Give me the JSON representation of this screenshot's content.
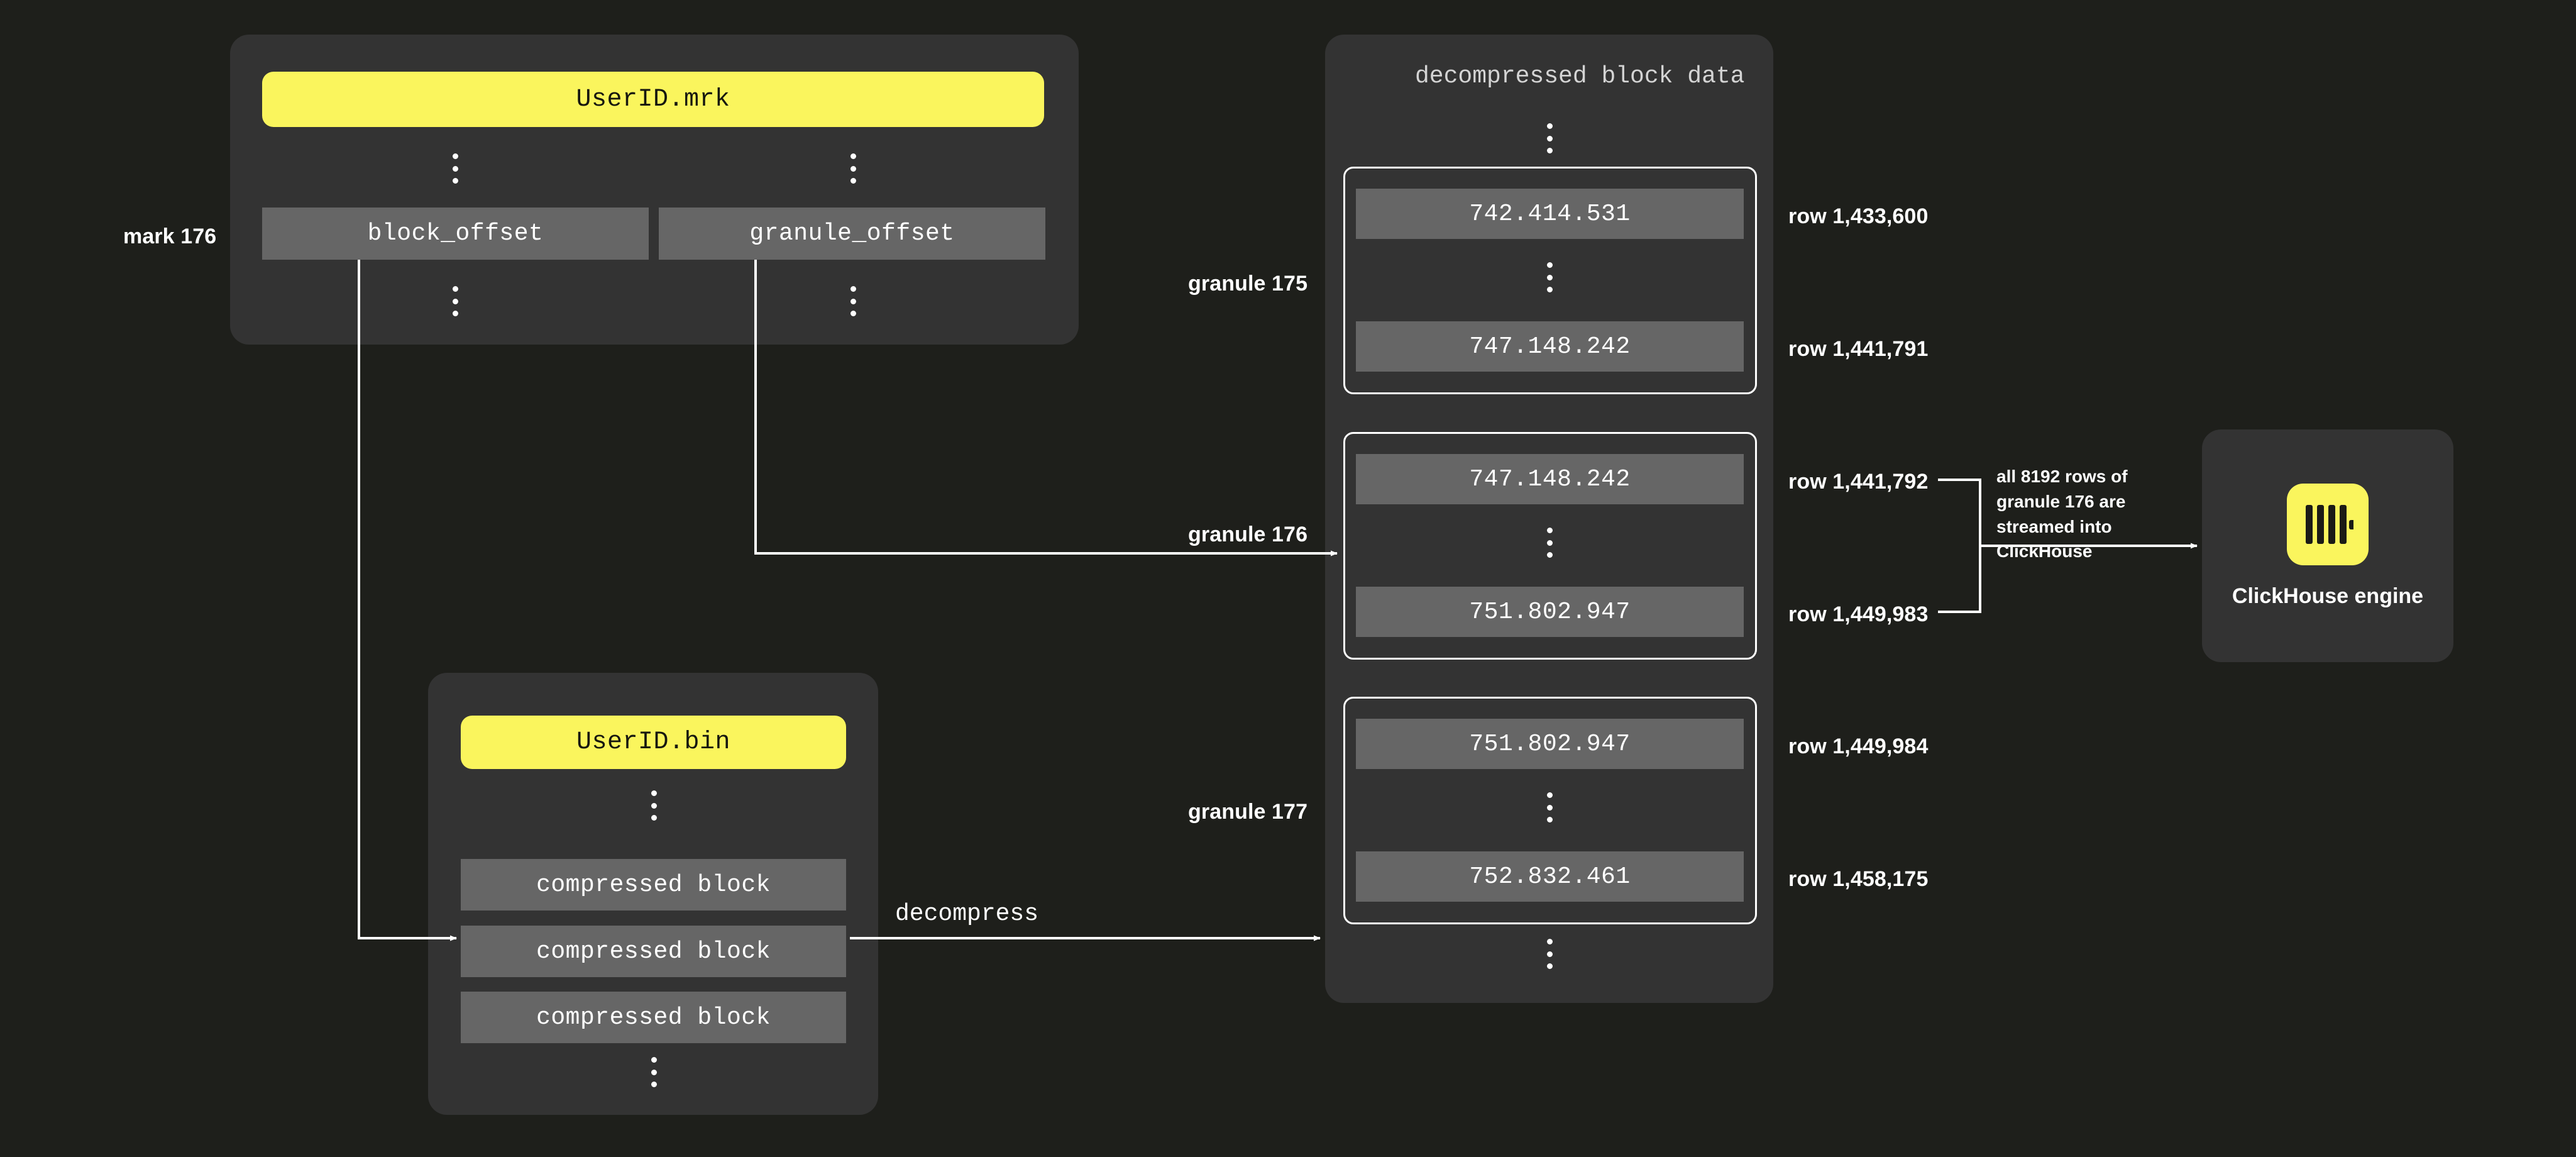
{
  "diagram": {
    "background_color": "#1e1f1b",
    "panel_color": "#333333",
    "cell_color": "#666666",
    "accent_color": "#faf55d"
  },
  "mark_file_panel": {
    "file_label": "UserID.mrk",
    "mark_label": "mark 176",
    "columns": [
      {
        "name": "block_offset"
      },
      {
        "name": "granule_offset"
      }
    ]
  },
  "bin_file_panel": {
    "file_label": "UserID.bin",
    "blocks": [
      {
        "label": "compressed block"
      },
      {
        "label": "compressed block"
      },
      {
        "label": "compressed block"
      }
    ]
  },
  "decompress_arrow": {
    "label": "decompress"
  },
  "decompressed_panel": {
    "title": "decompressed block data",
    "granules": [
      {
        "name": "granule 175",
        "first_value": "742.414.531",
        "last_value": "747.148.242",
        "first_row": "row 1,433,600",
        "last_row": "row 1,441,791"
      },
      {
        "name": "granule 176",
        "first_value": "747.148.242",
        "last_value": "751.802.947",
        "first_row": "row 1,441,792",
        "last_row": "row 1,449,983"
      },
      {
        "name": "granule 177",
        "first_value": "751.802.947",
        "last_value": "752.832.461",
        "first_row": "row 1,449,984",
        "last_row": "row 1,458,175"
      }
    ]
  },
  "stream_note": {
    "text": "all 8192 rows of granule 176 are streamed into ClickHouse"
  },
  "engine": {
    "name": "ClickHouse engine",
    "logo_icon": "clickhouse-logo-icon"
  }
}
